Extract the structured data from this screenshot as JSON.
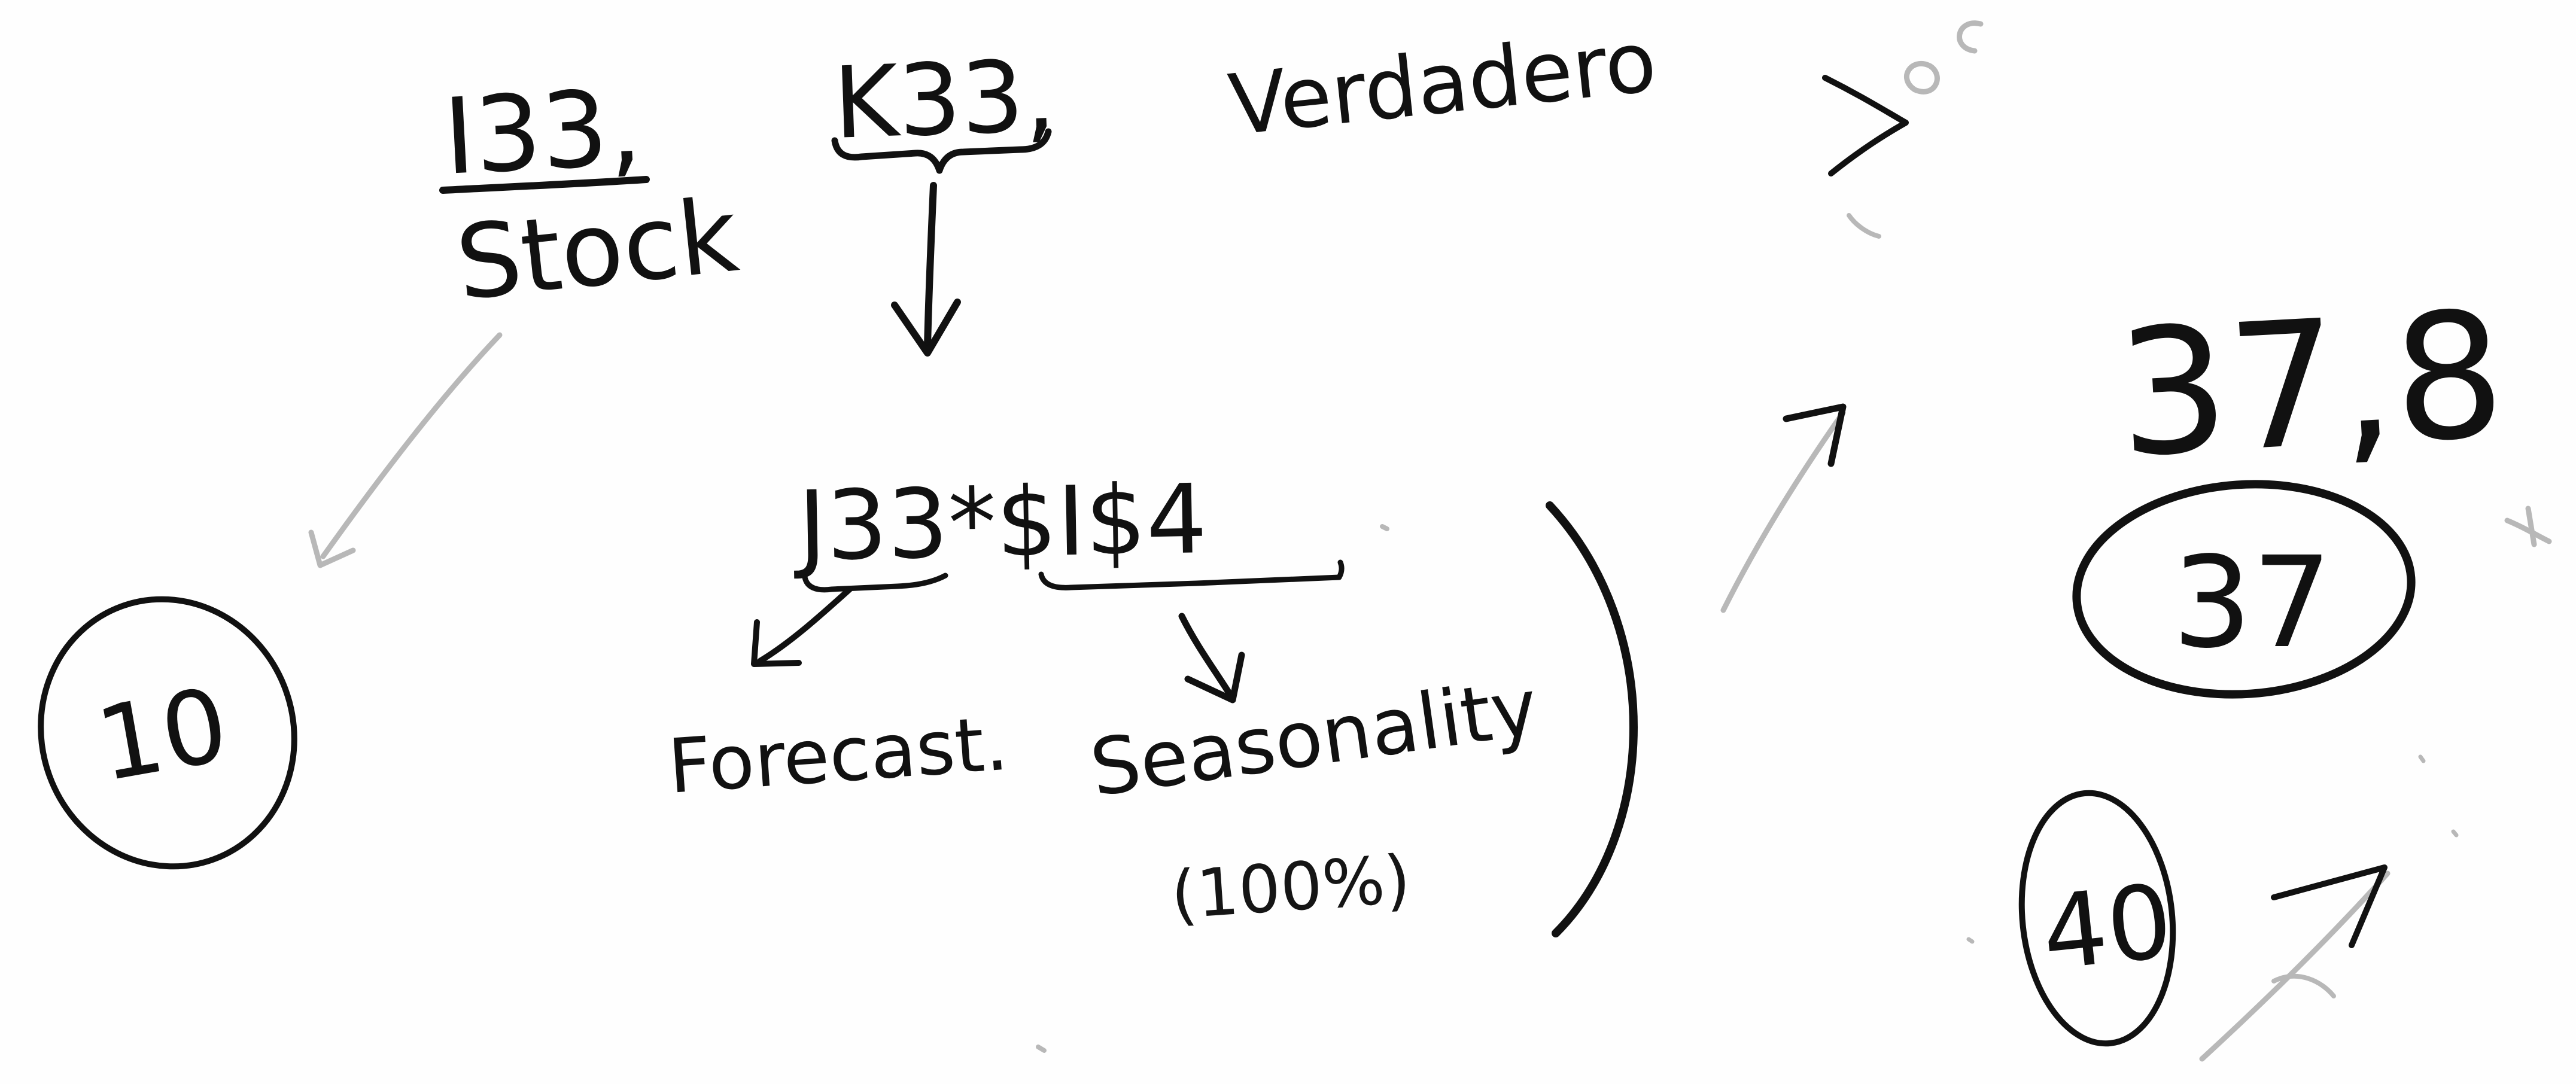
{
  "notes": {
    "top_left_ref": "I33,",
    "stock_label": "Stock",
    "top_mid_ref": "K33,",
    "verdadero": "Verdadero",
    "formula": "J33*$I$4",
    "forecast_label": "Forecast.",
    "seasonality_label": "Seasonality",
    "seasonality_pct": "(100%)",
    "value_top": "37,8",
    "value_circled": "37",
    "left_circled": "10",
    "bottom_circled": "40"
  }
}
